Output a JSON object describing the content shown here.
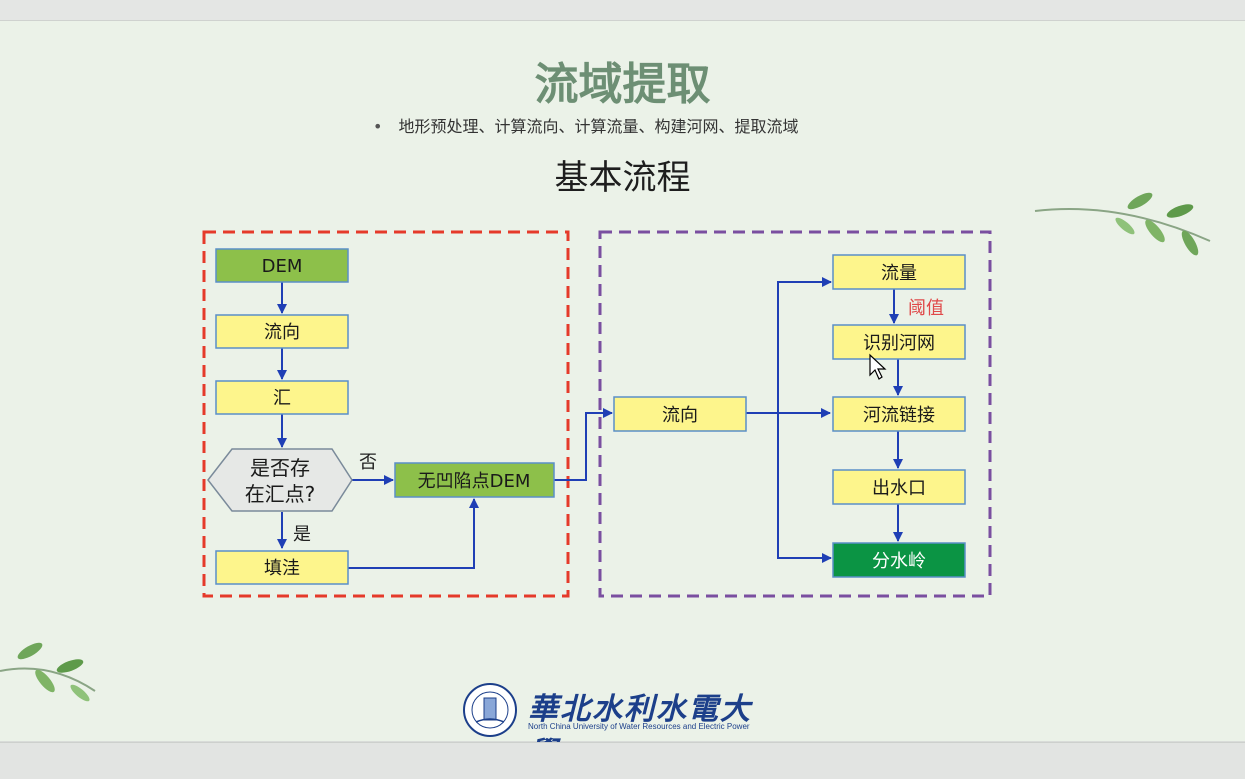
{
  "slide": {
    "title": "流域提取",
    "bullet": "地形预处理、计算流向、计算流量、构建河网、提取流域",
    "subtitle": "基本流程"
  },
  "diagram": {
    "nodes": {
      "dem": "DEM",
      "flow_dir_1": "流向",
      "sink": "汇",
      "decision_line1": "是否存",
      "decision_line2": "在汇点?",
      "fill": "填洼",
      "no_sink_dem": "无凹陷点DEM",
      "flow_dir_2": "流向",
      "flow_acc": "流量",
      "river_net": "识别河网",
      "stream_link": "河流链接",
      "outlet": "出水口",
      "watershed": "分水岭"
    },
    "edge_labels": {
      "no": "否",
      "yes": "是",
      "threshold": "阈值"
    }
  },
  "logo": {
    "name": "華北水利水電大學",
    "english": "North China University of Water Resources and Electric Power"
  },
  "colors": {
    "green_node": "#8dc04a",
    "dark_green_node": "#0b9444",
    "yellow_node": "#fdf58c",
    "blue_arrow": "#1f3fb5",
    "red_dash": "#e53a2a",
    "purple_dash": "#7a4fa0",
    "title": "#6d8f74"
  }
}
